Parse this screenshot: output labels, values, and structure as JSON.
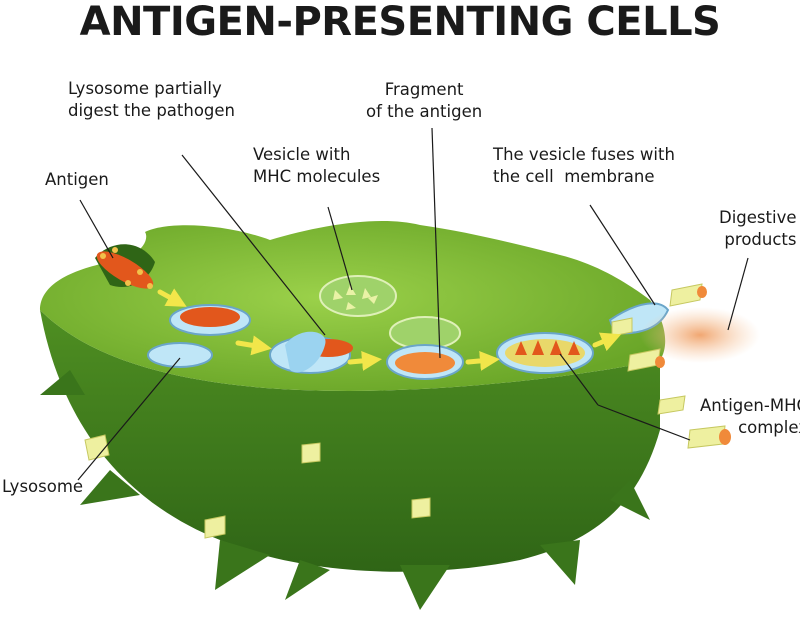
{
  "title": "ANTIGEN-PRESENTING CELLS",
  "labels": {
    "lysosome_digest": [
      "Lysosome partially",
      "digest the pathogen"
    ],
    "fragment": [
      "Fragment",
      "of the antigen"
    ],
    "vesicle_mhc": [
      "Vesicle with",
      "MHC molecules"
    ],
    "vesicle_fuses": [
      "The vesicle fuses with",
      "the cell  membrane"
    ],
    "antigen": [
      "Antigen"
    ],
    "digestive_products": [
      "Digestive",
      "products"
    ],
    "antigen_mhc": [
      "Antigen-MHC",
      "complex"
    ],
    "lysosome": [
      "Lysosome"
    ]
  },
  "colors": {
    "cell_top": "#7fbf2f",
    "cell_side": "#3f7a1e",
    "arrow": "#f2e64a",
    "bacterium": "#e2571c",
    "vesicle": "#9fd26a",
    "lysosome": "#bfe6f7"
  }
}
